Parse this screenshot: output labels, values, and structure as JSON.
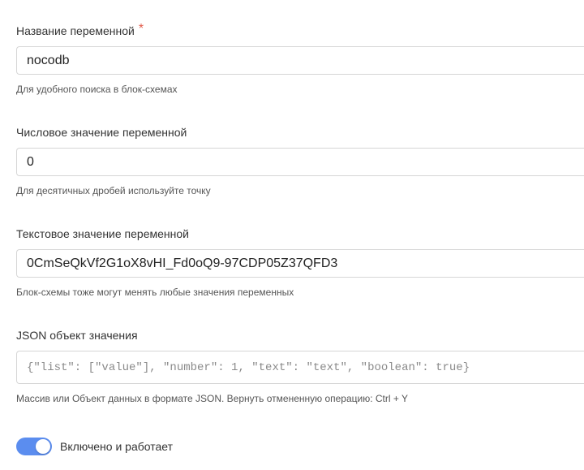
{
  "fields": {
    "name": {
      "label": "Название переменной",
      "required_mark": "*",
      "value": "nocodb",
      "hint": "Для удобного поиска в блок-схемах"
    },
    "number": {
      "label": "Числовое значение переменной",
      "value": "0",
      "hint": "Для десятичных дробей используйте точку"
    },
    "text": {
      "label": "Текстовое значение переменной",
      "value": "0CmSeQkVf2G1oX8vHI_Fd0oQ9-97CDP05Z37QFD3",
      "hint": "Блок-схемы тоже могут менять любые значения переменных"
    },
    "json": {
      "label": "JSON объект значения",
      "value": "",
      "placeholder": "{\"list\": [\"value\"], \"number\": 1, \"text\": \"text\", \"boolean\": true}",
      "hint": "Массив или Объект данных в формате JSON. Вернуть отмененную операцию: Ctrl + Y"
    }
  },
  "toggle": {
    "label": "Включено и работает",
    "state": "on",
    "color": "#5b8def"
  },
  "colors": {
    "required": "#e25b4b",
    "border": "#d6d6d6"
  }
}
